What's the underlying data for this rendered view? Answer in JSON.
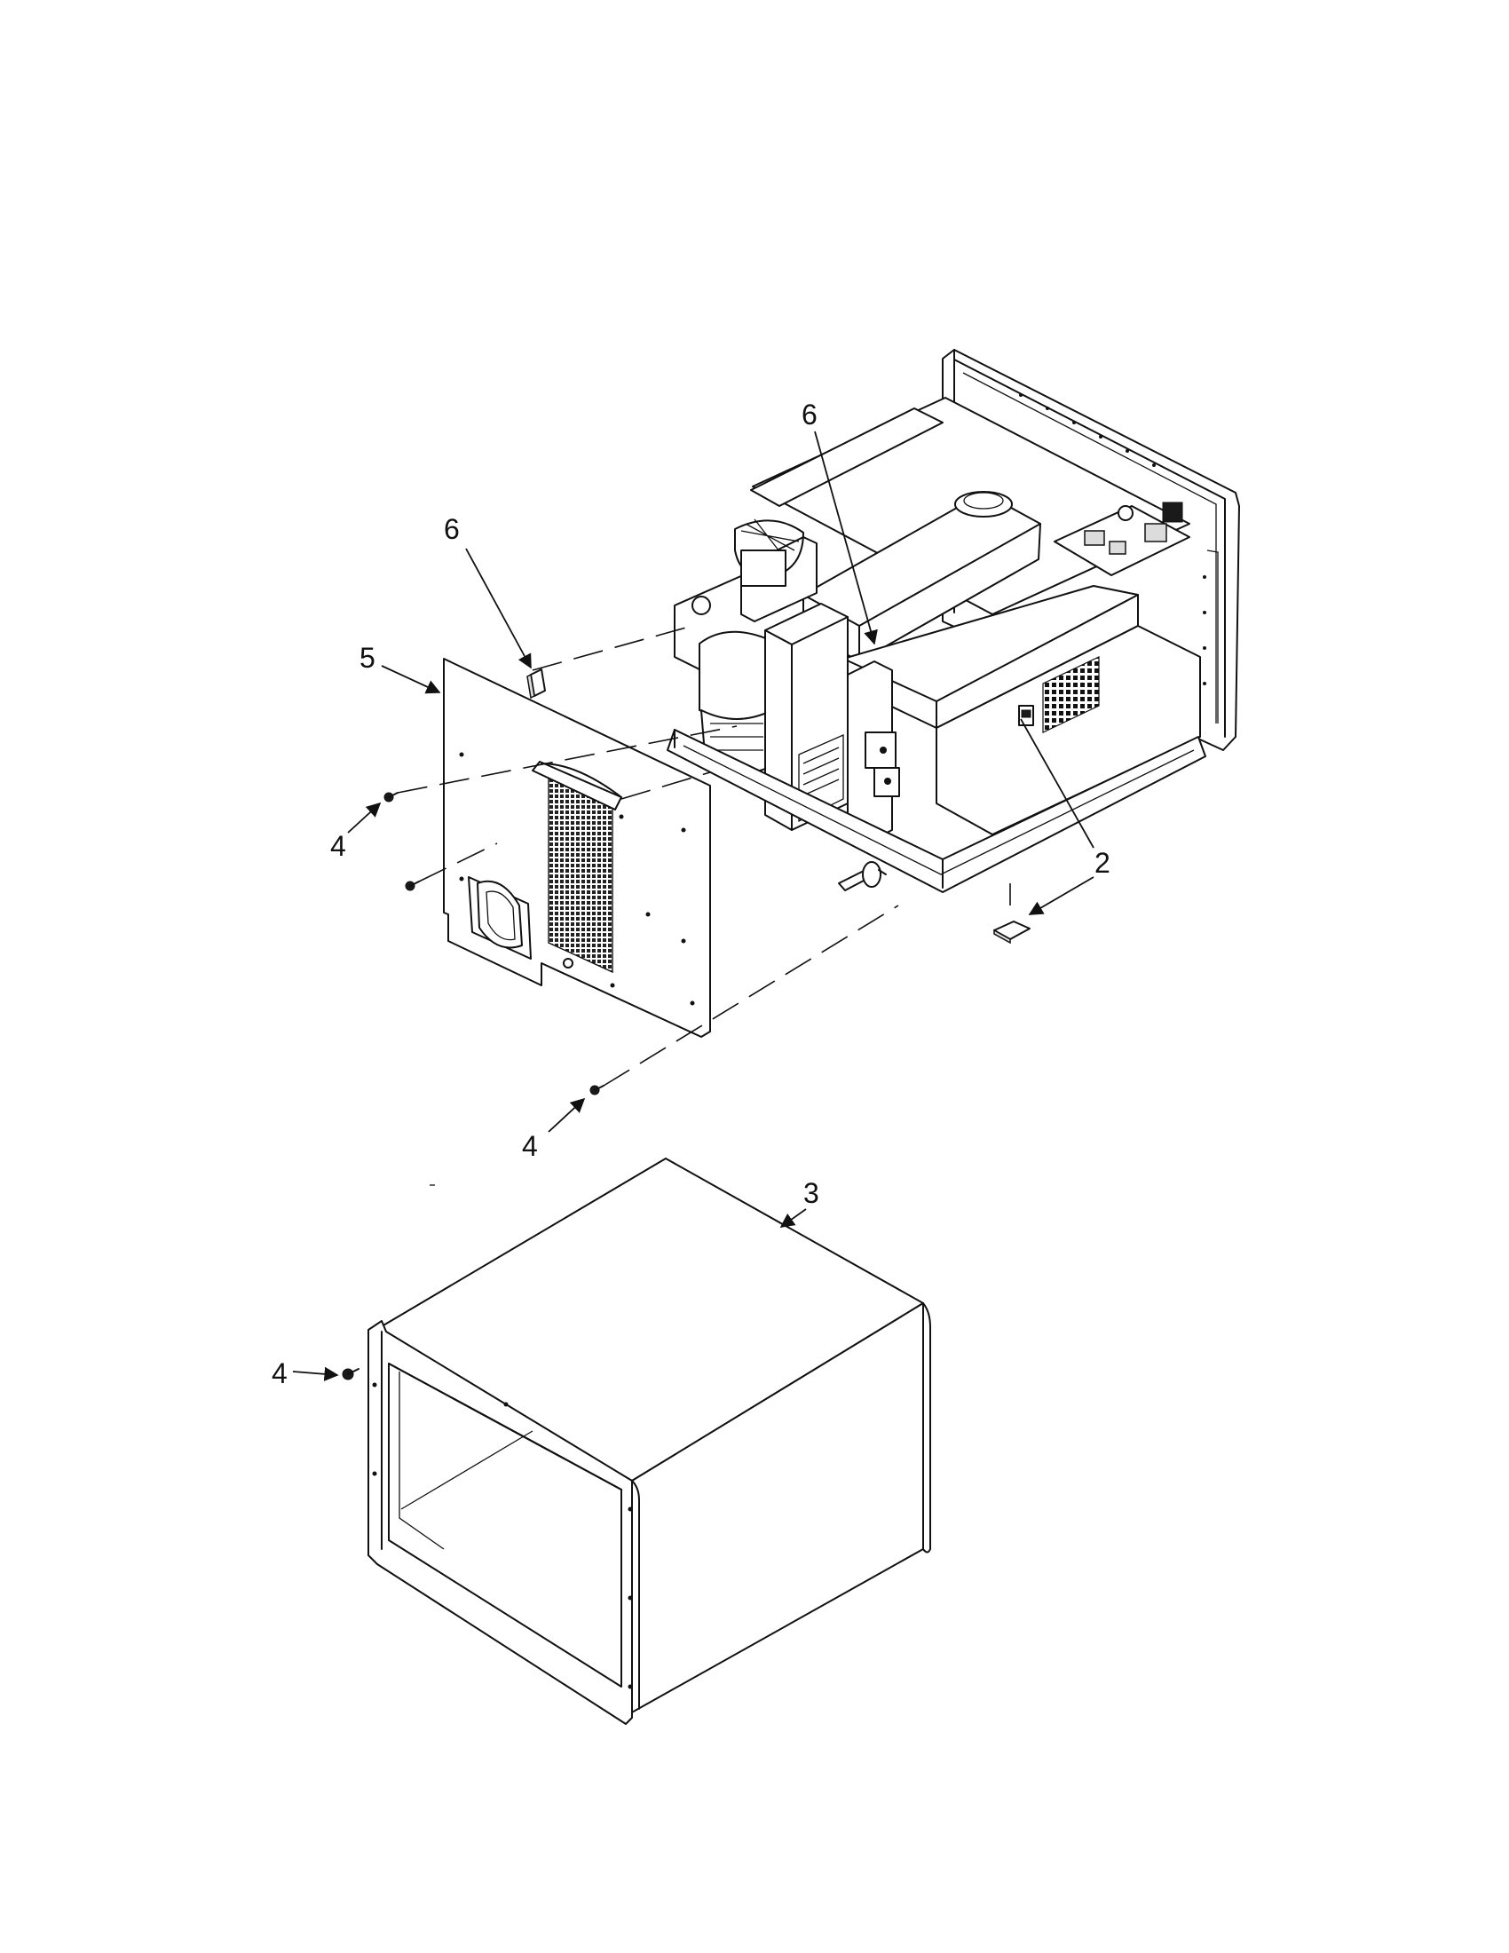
{
  "diagram": {
    "callouts": {
      "item_6_top": "6",
      "item_6_left": "6",
      "item_5": "5",
      "item_4_upper": "4",
      "item_4_middle": "4",
      "item_4_lower": "4",
      "item_2": "2",
      "item_3": "3"
    }
  }
}
